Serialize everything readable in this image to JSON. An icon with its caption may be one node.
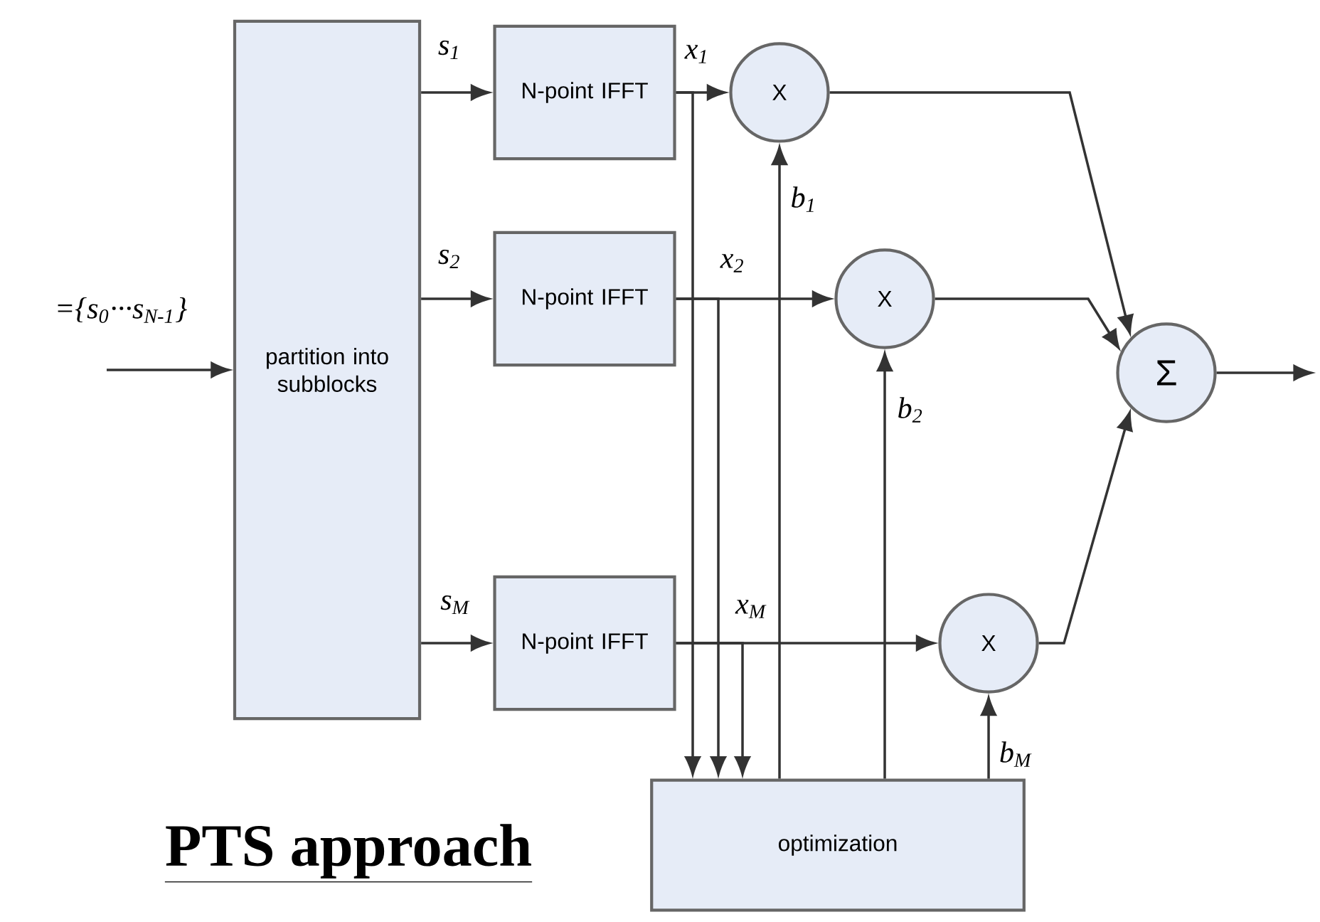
{
  "diagram": {
    "title": "PTS approach",
    "nodes": [
      {
        "text": [
          "partition into subblocks"
        ]
      },
      {
        "text": [
          "N-point IFFT"
        ]
      },
      {
        "text": [
          "N-point IFFT"
        ]
      },
      {
        "text": [
          "N-point IFFT"
        ]
      },
      {
        "text": [
          "X"
        ]
      },
      {
        "text": [
          "X"
        ]
      },
      {
        "text": [
          "X"
        ]
      },
      {
        "text": [
          "Σ"
        ]
      },
      {
        "text": [
          "optimization"
        ]
      }
    ],
    "edges": [
      {
        "from": null,
        "to": 0,
        "arrow": "to",
        "label": "={s$_{0}$···s$_{N-1}$}"
      },
      {
        "from": 0,
        "to": 1,
        "arrow": "to",
        "label": "s$_{1}$"
      },
      {
        "from": 0,
        "to": 2,
        "arrow": "to",
        "label": "s$_{2}$"
      },
      {
        "from": 0,
        "to": 3,
        "arrow": "to",
        "label": "s$_{M}$"
      },
      {
        "from": 1,
        "to": 4,
        "arrow": "to",
        "label": "x$_{1}$"
      },
      {
        "from": 2,
        "to": 5,
        "arrow": "to",
        "label": "x$_{2}$"
      },
      {
        "from": 3,
        "to": 6,
        "arrow": "to",
        "label": "x$_{M}$"
      },
      {
        "from": 1,
        "to": 8,
        "arrow": "to"
      },
      {
        "from": 2,
        "to": 8,
        "arrow": "to"
      },
      {
        "from": 3,
        "to": 8,
        "arrow": "to"
      },
      {
        "from": 8,
        "to": 4,
        "arrow": "to",
        "label": "b$_{1}$"
      },
      {
        "from": 8,
        "to": 5,
        "arrow": "to",
        "label": "b$_{2}$"
      },
      {
        "from": 8,
        "to": 6,
        "arrow": "to",
        "label": "b$_{M}$"
      },
      {
        "from": 4,
        "to": 7,
        "arrow": "to"
      },
      {
        "from": 5,
        "to": 7,
        "arrow": "to"
      },
      {
        "from": 6,
        "to": 7,
        "arrow": "to"
      },
      {
        "from": 7,
        "to": null,
        "arrow": "to"
      }
    ]
  }
}
